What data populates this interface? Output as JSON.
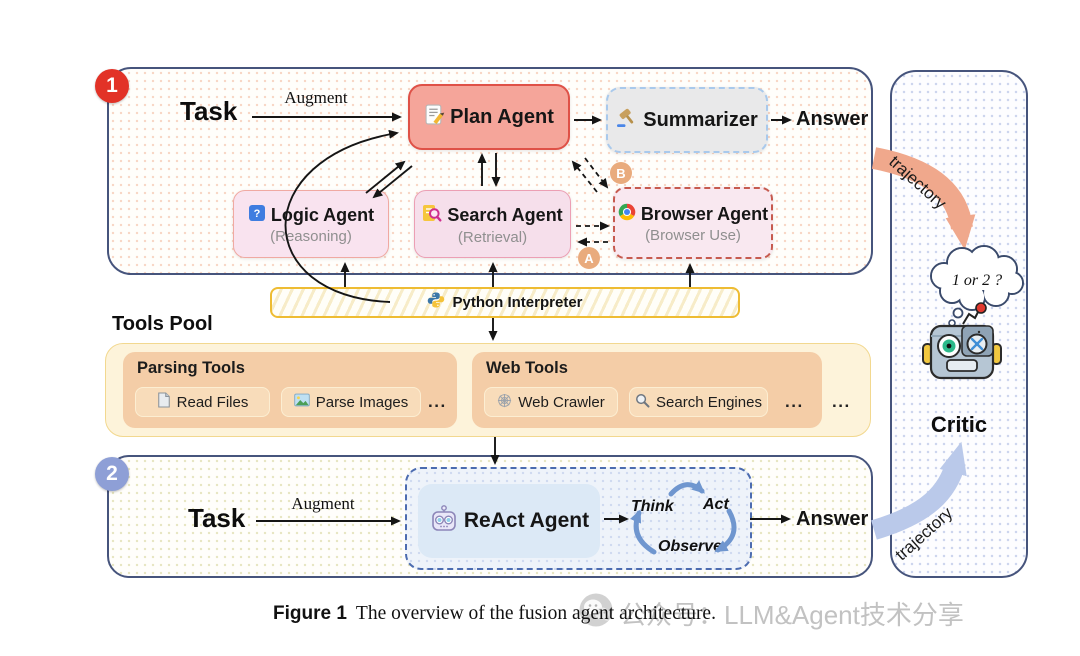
{
  "panel1": {
    "badge": "1",
    "task": "Task",
    "augment": "Augment",
    "plan_agent": "Plan Agent",
    "summarizer": "Summarizer",
    "answer": "Answer",
    "logic_agent": "Logic Agent",
    "logic_sub": "(Reasoning)",
    "search_agent": "Search Agent",
    "search_sub": "(Retrieval)",
    "browser_agent": "Browser Agent",
    "browser_sub": "(Browser Use)",
    "badge_a": "A",
    "badge_b": "B"
  },
  "python_interpreter": "Python Interpreter",
  "tools_pool": {
    "title": "Tools Pool",
    "parsing_title": "Parsing Tools",
    "read_files": "Read Files",
    "parse_images": "Parse Images",
    "parsing_more": "...",
    "web_title": "Web Tools",
    "web_crawler": "Web Crawler",
    "search_engines": "Search Engines",
    "web_more": "...",
    "outer_more": "..."
  },
  "panel2": {
    "badge": "2",
    "task": "Task",
    "augment": "Augment",
    "react_agent": "ReAct Agent",
    "think": "Think",
    "act": "Act",
    "observe": "Observe",
    "answer": "Answer"
  },
  "critic_panel": {
    "trajectory_top": "trajectory",
    "trajectory_bottom": "trajectory",
    "thought": "1 or 2 ?",
    "critic": "Critic"
  },
  "caption": {
    "label": "Figure 1",
    "text": "The overview of the fusion agent architecture."
  },
  "watermark": "公众号：LLM&Agent技术分享",
  "icons": {
    "plan": "memo-icon",
    "summarizer": "gavel-icon",
    "logic": "question-book-icon",
    "search": "doc-magnifier-icon",
    "browser": "chrome-icon",
    "python": "python-icon",
    "read_files": "file-icon",
    "parse_images": "image-icon",
    "web_crawler": "web-icon",
    "search_engines": "magnifier-icon",
    "react": "robot-icon",
    "critic": "robot-icon",
    "watermark": "wechat-icon"
  },
  "colors": {
    "panel_border": "#46547c",
    "plan_fill": "#f5a59a",
    "plan_border": "#df5147",
    "summarizer_fill": "#e9e9ea",
    "summarizer_border": "#a9c9ec",
    "logic_fill": "#f9e3ef",
    "logic_border": "#f0a9a2",
    "search_fill": "#f6dfeb",
    "search_border": "#ec9fb4",
    "browser_fill": "#f9e8f0",
    "browser_border": "#c65a4f",
    "badge1": "#e23227",
    "badge2": "#8e9fd6",
    "badge_ab": "#e9ab7d",
    "python_border": "#eebc33",
    "tools_bg": "#fdf3da",
    "tools_border": "#f2d88f",
    "tools_inner": "#f4cda7",
    "chip_fill": "#f8dcba",
    "react_fill": "#dce9f6",
    "react_dash_border": "#4c6cb0",
    "trajectory_salmon": "#f0a88c",
    "trajectory_blue": "#bac9ea",
    "cycle_blue": "#6f96cf"
  }
}
